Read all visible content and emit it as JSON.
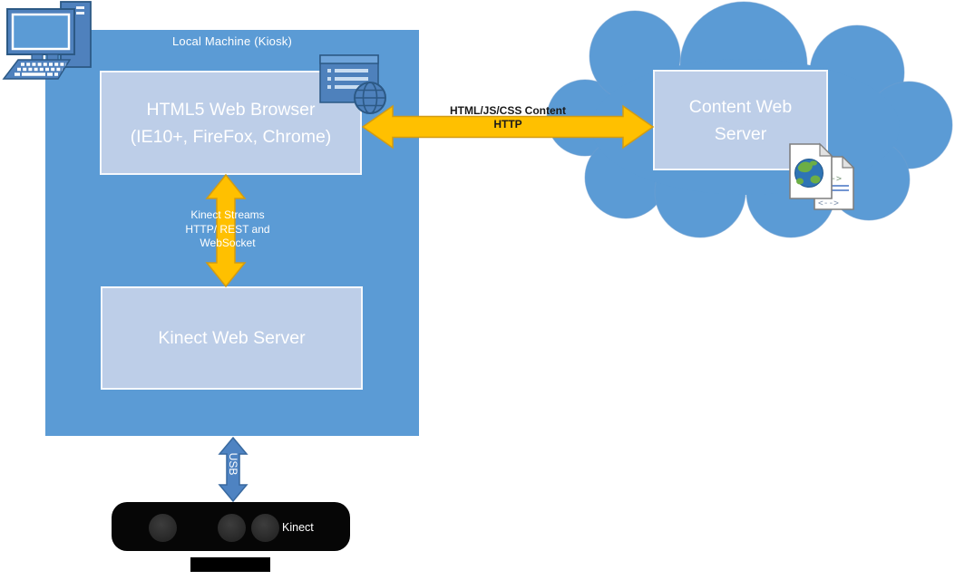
{
  "colors": {
    "canvas_bg": "#FFFFFF",
    "machine_blue": "#5B9BD5",
    "box_light_blue": "#BDCEE8",
    "icon_blue": "#4F81BD",
    "icon_outline_blue": "#2C5985",
    "arrow_gold": "#FFC000",
    "arrow_gold_outline": "#D29B13",
    "usb_arrow_blue": "#4E83C2",
    "usb_arrow_outline": "#38699F",
    "device_black": "#060606",
    "label_dark": "#1A1A1A",
    "label_white": "#FFFFFF"
  },
  "local_machine": {
    "title": "Local Machine (Kiosk)",
    "browser_box": {
      "line1": "HTML5 Web Browser",
      "line2": "(IE10+, FireFox, Chrome)"
    },
    "kinect_server_box": {
      "label": "Kinect Web Server"
    }
  },
  "cloud": {
    "content_server_box": {
      "line1": "Content Web",
      "line2": "Server"
    }
  },
  "connections": {
    "content_http": {
      "line1": "HTML/JS/CSS Content",
      "line2": "HTTP"
    },
    "kinect_streams": {
      "line1": "Kinect Streams",
      "line2": "HTTP/ REST and",
      "line3": "WebSocket"
    },
    "usb": {
      "label": "USB"
    }
  },
  "device": {
    "label": "Kinect"
  },
  "icons": {
    "kiosk_computer": "desktop-computer-icon",
    "browser_window": "browser-window-icon",
    "globe": "globe-icon",
    "web_documents": "web-documents-icon"
  }
}
